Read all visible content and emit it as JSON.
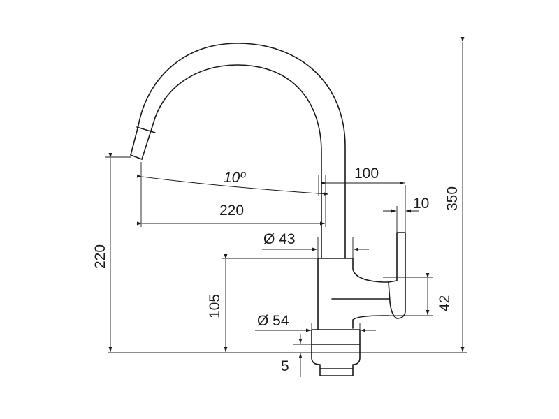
{
  "dimensions": {
    "spout_angle": "10º",
    "spout_reach": "220",
    "spout_offset": "100",
    "lever_thickness": "10",
    "total_height": "350",
    "body_diameter": "Ø 43",
    "base_diameter": "Ø 54",
    "body_height": "105",
    "spout_height": "220",
    "lever_height": "42",
    "base_thickness": "5"
  }
}
